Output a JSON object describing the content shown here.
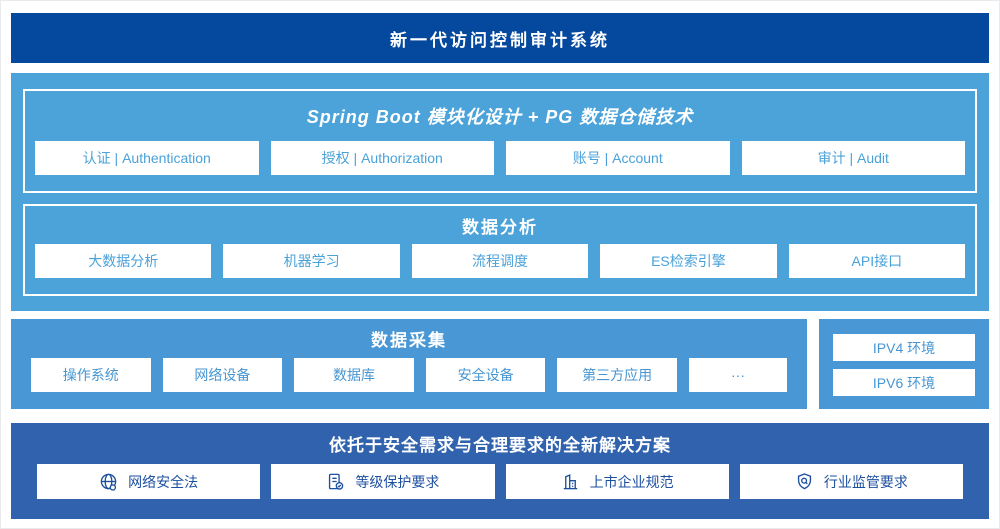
{
  "banner": {
    "title": "新一代访问控制审计系统"
  },
  "platform": {
    "module_title": "Spring Boot 模块化设计 + PG 数据仓储技术",
    "modules": [
      "认证 | Authentication",
      "授权 | Authorization",
      "账号 | Account",
      "审计 | Audit"
    ],
    "analysis_title": "数据分析",
    "analysis_items": [
      "大数据分析",
      "机器学习",
      "流程调度",
      "ES检索引擎",
      "API接口"
    ]
  },
  "collection": {
    "title": "数据采集",
    "items": [
      "操作系统",
      "网络设备",
      "数据库",
      "安全设备",
      "第三方应用",
      "···"
    ]
  },
  "environment": {
    "items": [
      "IPV4 环境",
      "IPV6 环境"
    ]
  },
  "solution": {
    "title": "依托于安全需求与合理要求的全新解决方案",
    "items": [
      {
        "icon": "globe-icon",
        "label": "网络安全法"
      },
      {
        "icon": "document-check-icon",
        "label": "等级保护要求"
      },
      {
        "icon": "building-icon",
        "label": "上市企业规范"
      },
      {
        "icon": "shield-magnifier-icon",
        "label": "行业监管要求"
      }
    ]
  },
  "colors": {
    "banner_blue": "#05499e",
    "platform_blue": "#4ba3da",
    "collection_blue": "#4997d4",
    "solution_blue": "#3062ae",
    "box_text_light_blue": "#4aa2d9",
    "box_text_dark_blue": "#1d4f9f"
  }
}
